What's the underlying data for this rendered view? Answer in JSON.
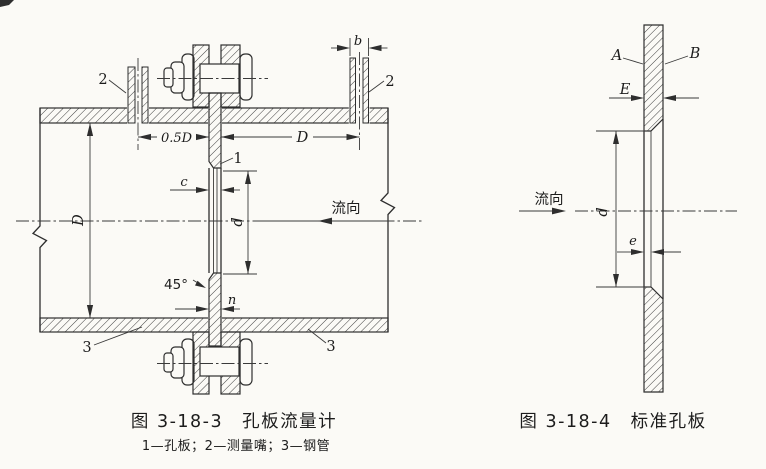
{
  "page": {
    "background_color": "#fbfaf6",
    "line_color": "#2e2e2e",
    "text_color": "#1c1c1c"
  },
  "figure_left": {
    "caption": "图 3-18-3　孔板流量计",
    "legend": "1—孔板；2—测量嘴；3—钢管",
    "flow_label": "流向",
    "dimensions": {
      "tap_to_plate_downstream": "0.5D",
      "tap_to_plate_upstream": "D",
      "tap_bore": "b",
      "pipe_inner_diameter": "D",
      "plate_edge_thickness": "c",
      "orifice_diameter": "d",
      "plate_thickness": "n",
      "chamfer_angle": "45°"
    },
    "part_numbers": {
      "orifice_plate": "1",
      "measuring_tap": "2",
      "steel_pipe": "3"
    }
  },
  "figure_right": {
    "caption": "图 3-18-4　标准孔板",
    "flow_label": "流向",
    "labels": {
      "upstream_face": "A",
      "downstream_face": "B",
      "plate_thickness": "E",
      "bore_land": "e",
      "orifice_diameter": "d"
    }
  }
}
